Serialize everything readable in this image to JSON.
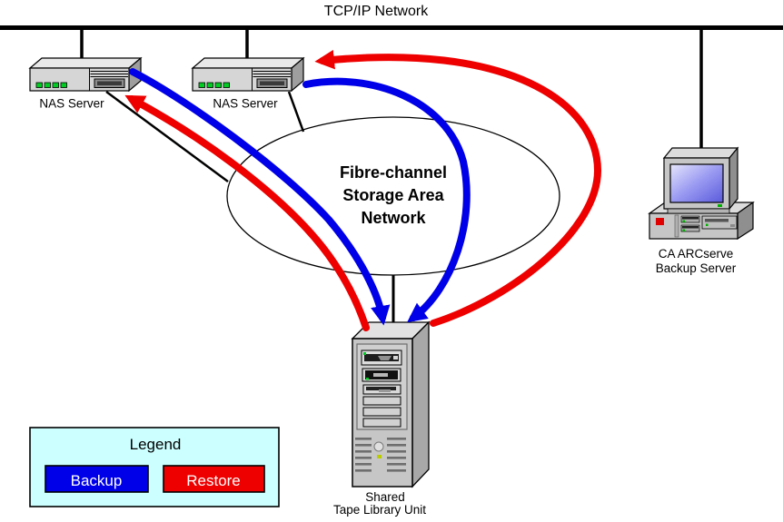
{
  "diagram": {
    "title": "TCP/IP Network",
    "nodes": {
      "nas1": {
        "label": "NAS Server"
      },
      "nas2": {
        "label": "NAS Server"
      },
      "san": {
        "line1": "Fibre-channel",
        "line2": "Storage Area",
        "line3": "Network"
      },
      "arcserve": {
        "line1": "CA ARCserve",
        "line2": "Backup Server"
      },
      "tape": {
        "line1": "Shared",
        "line2": "Tape Library Unit"
      }
    },
    "flows": [
      {
        "type": "backup",
        "from": "NAS Server (left)",
        "to": "Shared Tape Library Unit"
      },
      {
        "type": "backup",
        "from": "NAS Server (right)",
        "to": "Shared Tape Library Unit"
      },
      {
        "type": "restore",
        "from": "Shared Tape Library Unit",
        "to": "NAS Server (left)"
      },
      {
        "type": "restore",
        "from": "Shared Tape Library Unit",
        "to": "NAS Server (right)"
      }
    ],
    "legend": {
      "title": "Legend",
      "items": [
        {
          "label": "Backup",
          "color": "#0000E8"
        },
        {
          "label": "Restore",
          "color": "#EE0000"
        }
      ]
    },
    "colors": {
      "backup": "#0000E8",
      "restore": "#EE0000",
      "legend_bg": "#CCFFFF",
      "network_line": "#000000",
      "led_green": "#00CC22",
      "screen_blue": "#6A6AE8"
    }
  }
}
